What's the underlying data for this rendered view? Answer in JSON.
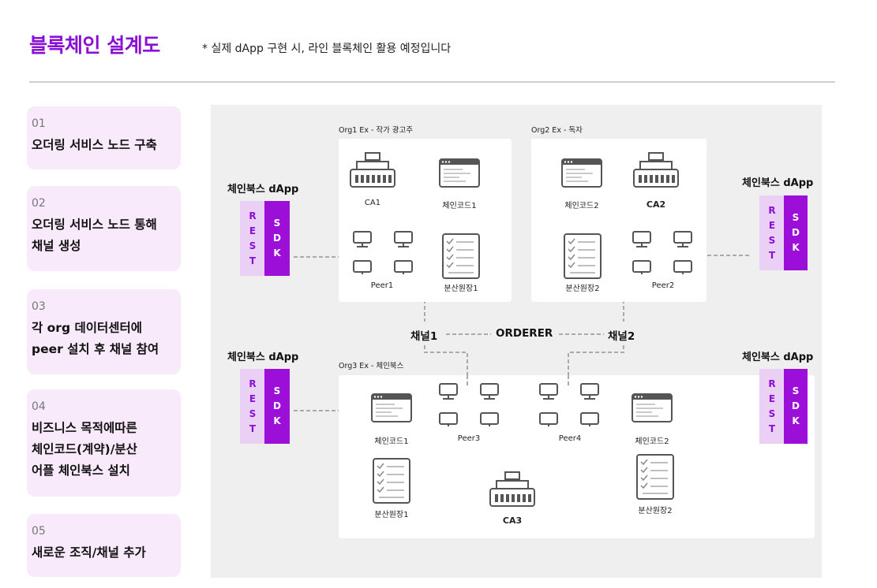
{
  "header": {
    "title": "블록체인 설계도",
    "note": "* 실제 dApp 구현 시, 라인 블록체인 활용 예정입니다"
  },
  "steps": [
    {
      "num": "01",
      "label": "오더링 서비스 노드 구축"
    },
    {
      "num": "02",
      "label": "오더링 서비스 노드 통해\n채널 생성"
    },
    {
      "num": "03",
      "label": "각 org 데이터센터에\npeer 설치 후 채널 참여"
    },
    {
      "num": "04",
      "label": "비즈니스 목적에따른\n체인코드(계약)/분산\n어플 체인북스 설치"
    },
    {
      "num": "05",
      "label": "새로운 조직/채널 추가"
    }
  ],
  "diagram": {
    "org1": {
      "title": "Org1 Ex - 작가 광고주",
      "ca": "CA1",
      "chaincode": "체인코드1",
      "peer": "Peer1",
      "ledger": "분산원장1"
    },
    "org2": {
      "title": "Org2 Ex - 독자",
      "chaincode": "체인코드2",
      "ca": "CA2",
      "ledger": "분산원장2",
      "peer": "Peer2"
    },
    "org3": {
      "title": "Org3 Ex - 체인북스",
      "chaincode1": "체인코드1",
      "peer3": "Peer3",
      "peer4": "Peer4",
      "chaincode2": "체인코드2",
      "ledger1": "분산원장1",
      "ca": "CA3",
      "ledger2": "분산원장2"
    },
    "channel1": "채널1",
    "orderer": "ORDERER",
    "channel2": "채널2",
    "dapps": [
      {
        "title": "체인북스 dApp",
        "rest": "R E S T",
        "sdk": "S D K"
      },
      {
        "title": "체인북스 dApp",
        "rest": "R E S T",
        "sdk": "S D K"
      },
      {
        "title": "체인북스 dApp",
        "rest": "R E S T",
        "sdk": "S D K"
      },
      {
        "title": "체인북스 dApp",
        "rest": "R E S T",
        "sdk": "S D K"
      }
    ]
  },
  "colors": {
    "accent": "#8a0fd6",
    "sdk": "#9b0fd9",
    "rest_bg": "#ead0f4",
    "step_bg": "#f8e9fb"
  }
}
